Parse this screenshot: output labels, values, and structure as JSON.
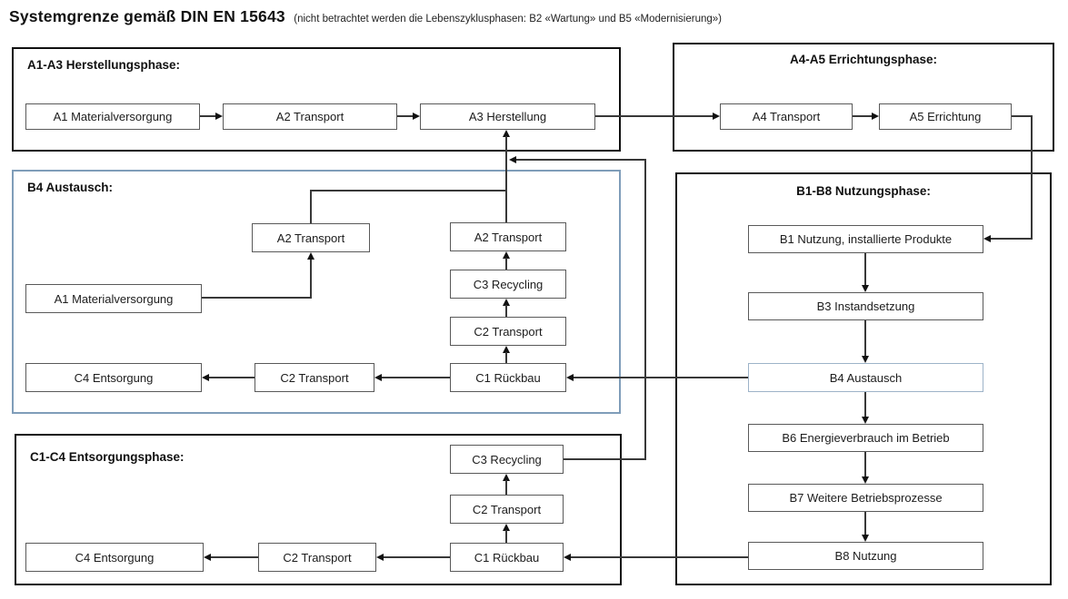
{
  "title": "Systemgrenze gemäß DIN EN 15643",
  "subtitle": "(nicht betrachtet werden die Lebenszyklusphasen: B2 «Wartung» und B5 «Modernisierung»)",
  "colors": {
    "accent_blue": "#7f9db9",
    "box_border": "#595959",
    "section_border": "#101010"
  },
  "sections": {
    "herstellung": {
      "title": "A1-A3 Herstellungsphase:",
      "nodes": {
        "a1": "A1 Materialversorgung",
        "a2": "A2 Transport",
        "a3": "A3 Herstellung"
      }
    },
    "errichtung": {
      "title": "A4-A5 Errichtungsphase:",
      "nodes": {
        "a4": "A4 Transport",
        "a5": "A5 Errichtung"
      }
    },
    "austausch": {
      "title": "B4 Austausch:",
      "nodes": {
        "a2_left": "A2 Transport",
        "a2_right": "A2 Transport",
        "c3": "C3 Recycling",
        "c2_right": "C2 Transport",
        "c1": "C1 Rückbau",
        "a1": "A1 Materialversorgung",
        "c2_mid": "C2 Transport",
        "c4": "C4 Entsorgung"
      }
    },
    "entsorgung": {
      "title": "C1-C4 Entsorgungsphase:",
      "nodes": {
        "c3": "C3 Recycling",
        "c2_right": "C2 Transport",
        "c1": "C1 Rückbau",
        "c2_mid": "C2 Transport",
        "c4": "C4 Entsorgung"
      }
    },
    "nutzung": {
      "title": "B1-B8 Nutzungsphase:",
      "nodes": {
        "b1": "B1 Nutzung, installierte Produkte",
        "b3": "B3 Instandsetzung",
        "b4": "B4 Austausch",
        "b6": "B6 Energieverbrauch im Betrieb",
        "b7": "B7 Weitere Betriebsprozesse",
        "b8": "B8 Nutzung"
      }
    }
  }
}
